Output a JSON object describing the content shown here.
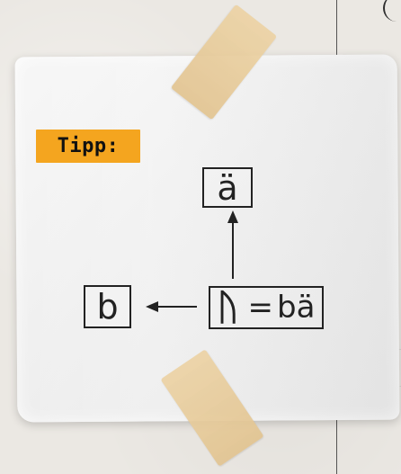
{
  "tip_label": "Tipp:",
  "diagram": {
    "top_box": "ä",
    "left_box": "b",
    "main_rune": "ᚢ",
    "main_equals": "=",
    "main_word": "bä"
  },
  "colors": {
    "tip_badge": "#f4a51f",
    "ink": "#222222",
    "paper": "#efefef",
    "tape": "#e2c491"
  },
  "icons": {
    "up_arrow": "up-arrow-icon",
    "left_arrow": "left-arrow-icon"
  }
}
